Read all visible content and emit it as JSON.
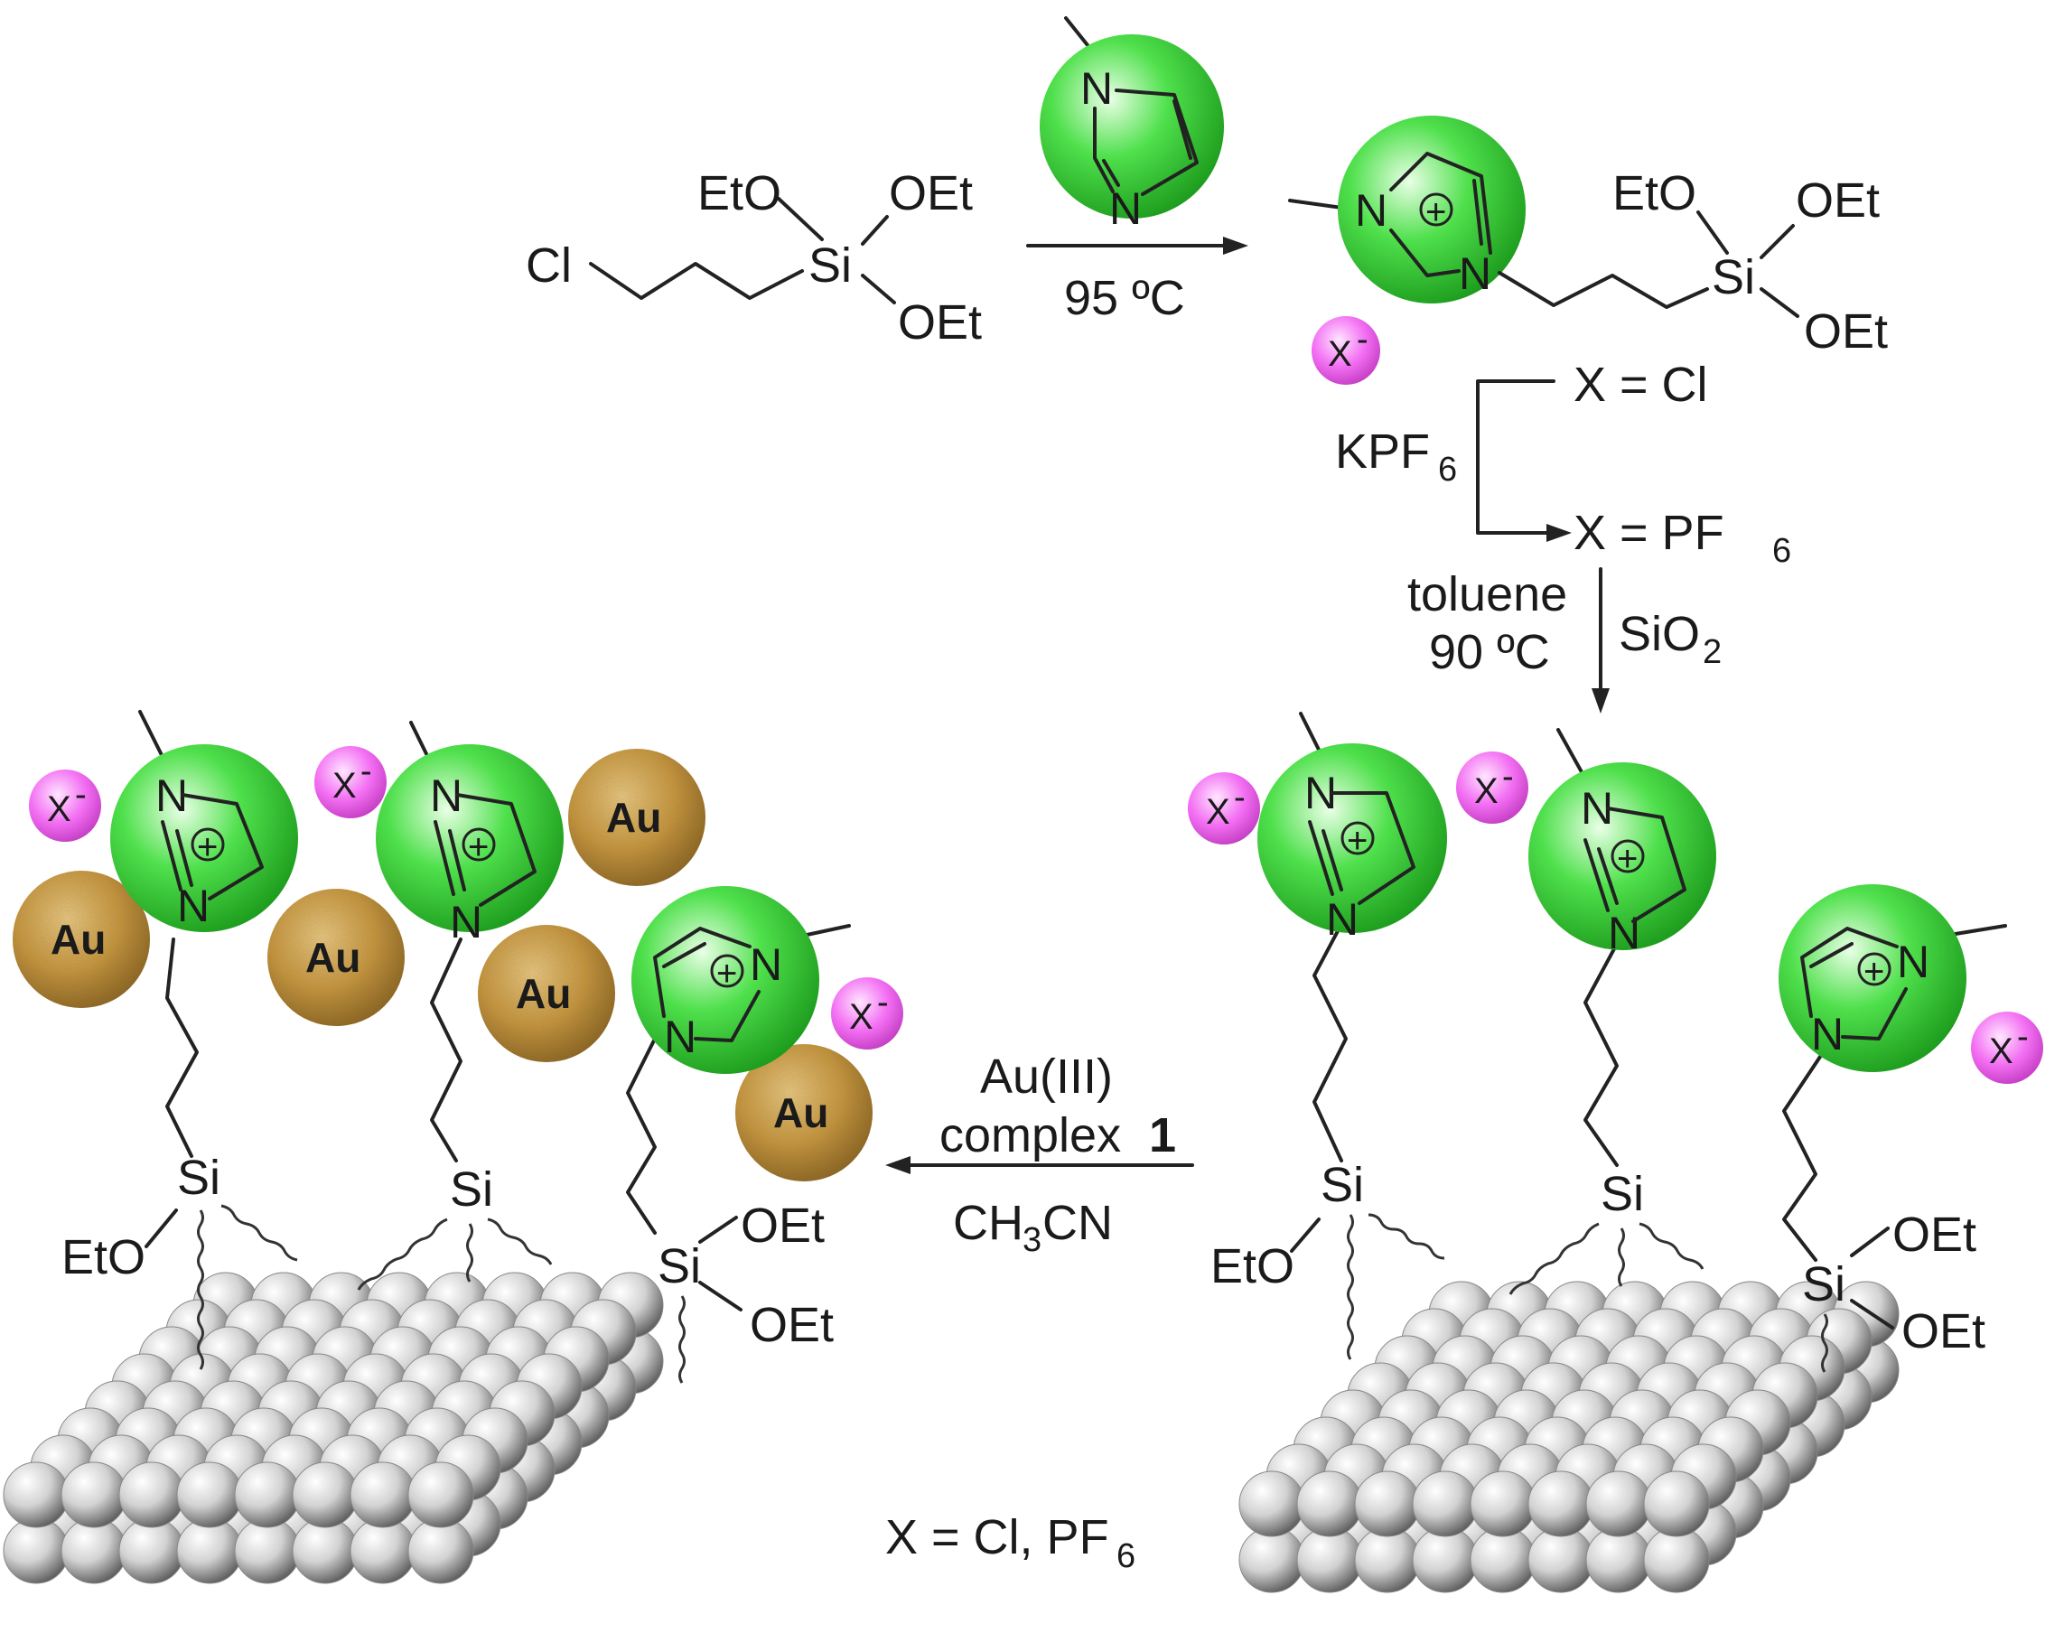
{
  "atoms": {
    "cl": "Cl",
    "si": "Si",
    "eto": "EtO",
    "oet": "OEt",
    "n": "N",
    "plus": "+",
    "x": "X",
    "minus": "-",
    "au": "Au"
  },
  "step1": {
    "condition": "95 ºC"
  },
  "anion_exchange": {
    "reagent": "KPF",
    "reagent_sub": "6",
    "from": "X = Cl",
    "to": "X = PF",
    "to_sub": "6"
  },
  "grafting": {
    "solvent": "toluene",
    "temperature": "90 ºC",
    "support": "SiO",
    "support_sub": "2"
  },
  "gold_step": {
    "line1": "Au(III)",
    "line2": "complex ",
    "complex_number": "1",
    "solvent_a": "CH",
    "solvent_sub": "3",
    "solvent_b": "CN"
  },
  "footnote": {
    "text": "X = Cl, PF",
    "sub": "6"
  },
  "colors": {
    "imidazolium": "#22cc22",
    "anion": "#ee55ee",
    "gold": "#c7953c",
    "silica": "#cfcfcf"
  }
}
